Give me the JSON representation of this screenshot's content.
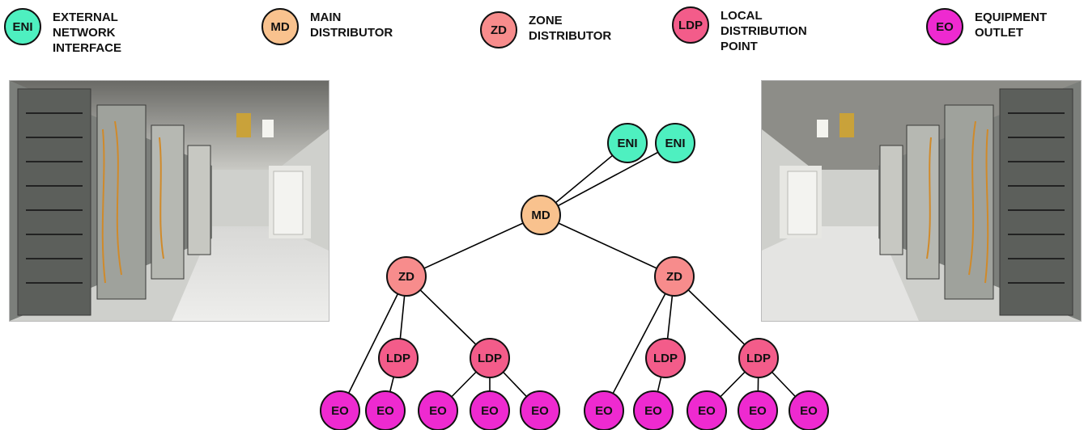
{
  "legend": [
    {
      "abbr": "ENI",
      "label": "EXTERNAL NETWORK\nINTERFACE",
      "color": "#4ef0c0"
    },
    {
      "abbr": "MD",
      "label": "MAIN\nDISTRIBUTOR",
      "color": "#f9c28e"
    },
    {
      "abbr": "ZD",
      "label": "ZONE\nDISTRIBUTOR",
      "color": "#f78c8c"
    },
    {
      "abbr": "LDP",
      "label": "LOCAL DISTRIBUTION\nPOINT",
      "color": "#f35c8a"
    },
    {
      "abbr": "EO",
      "label": "EQUIPMENT\nOUTLET",
      "color": "#ee2ad0"
    }
  ],
  "photos": {
    "left": {
      "icon": "server-room-photo"
    },
    "right": {
      "icon": "server-room-photo"
    }
  },
  "tree": {
    "nodes": {
      "eni1": {
        "label": "ENI",
        "type": "ENI"
      },
      "eni2": {
        "label": "ENI",
        "type": "ENI"
      },
      "md": {
        "label": "MD",
        "type": "MD"
      },
      "zd1": {
        "label": "ZD",
        "type": "ZD"
      },
      "zd2": {
        "label": "ZD",
        "type": "ZD"
      },
      "ldp1": {
        "label": "LDP",
        "type": "LDP"
      },
      "ldp2": {
        "label": "LDP",
        "type": "LDP"
      },
      "ldp3": {
        "label": "LDP",
        "type": "LDP"
      },
      "ldp4": {
        "label": "LDP",
        "type": "LDP"
      },
      "eo1": {
        "label": "EO",
        "type": "EO"
      },
      "eo2": {
        "label": "EO",
        "type": "EO"
      },
      "eo3": {
        "label": "EO",
        "type": "EO"
      },
      "eo4": {
        "label": "EO",
        "type": "EO"
      },
      "eo5": {
        "label": "EO",
        "type": "EO"
      },
      "eo6": {
        "label": "EO",
        "type": "EO"
      },
      "eo7": {
        "label": "EO",
        "type": "EO"
      },
      "eo8": {
        "label": "EO",
        "type": "EO"
      },
      "eo9": {
        "label": "EO",
        "type": "EO"
      },
      "eo10": {
        "label": "EO",
        "type": "EO"
      }
    },
    "edges": [
      [
        "md",
        "eni1"
      ],
      [
        "md",
        "eni2"
      ],
      [
        "md",
        "zd1"
      ],
      [
        "md",
        "zd2"
      ],
      [
        "zd1",
        "eo1"
      ],
      [
        "zd1",
        "ldp1"
      ],
      [
        "zd1",
        "ldp2"
      ],
      [
        "ldp1",
        "eo2"
      ],
      [
        "ldp2",
        "eo3"
      ],
      [
        "ldp2",
        "eo4"
      ],
      [
        "ldp2",
        "eo5"
      ],
      [
        "zd2",
        "eo6"
      ],
      [
        "zd2",
        "ldp3"
      ],
      [
        "zd2",
        "ldp4"
      ],
      [
        "ldp3",
        "eo7"
      ],
      [
        "ldp4",
        "eo8"
      ],
      [
        "ldp4",
        "eo9"
      ],
      [
        "ldp4",
        "eo10"
      ]
    ]
  }
}
